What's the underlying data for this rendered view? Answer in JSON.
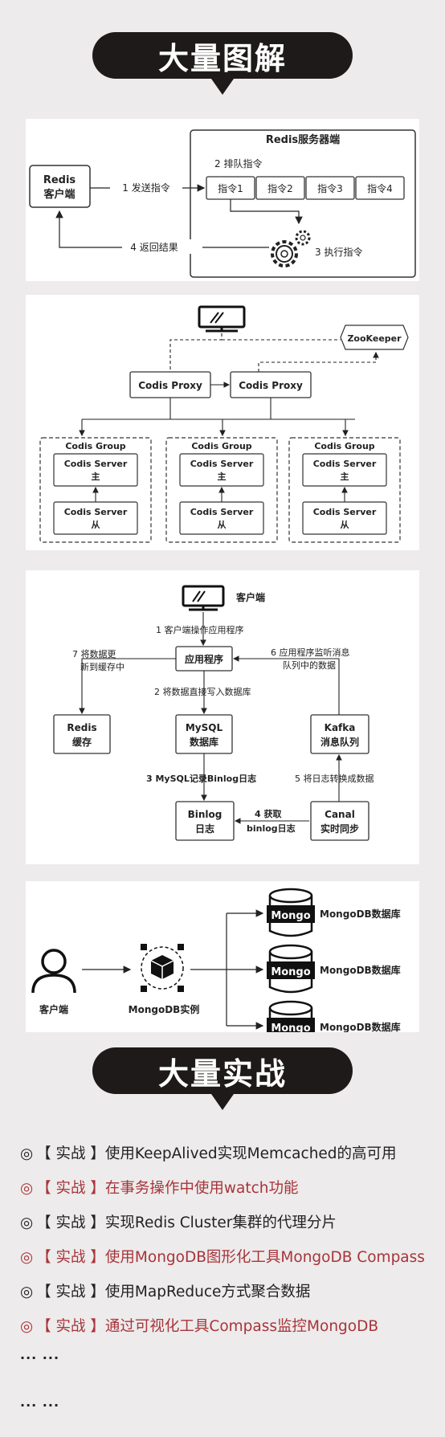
{
  "banners": {
    "diagrams": "大量图解",
    "practice": "大量实战"
  },
  "diagram1": {
    "server_title": "Redis服务器端",
    "client_line1": "Redis",
    "client_line2": "客户端",
    "step1": "1  发送指令",
    "step2": "2  排队指令",
    "step3": "3  执行指令",
    "step4": "4  返回结果",
    "commands": [
      "指令1",
      "指令2",
      "指令3",
      "指令4"
    ]
  },
  "diagram2": {
    "zookeeper": "ZooKeeper",
    "proxy_left": "Codis Proxy",
    "proxy_right": "Codis Proxy",
    "group_title": "Codis Group",
    "server_label": "Codis Server",
    "master": "主",
    "slave": "从"
  },
  "diagram3": {
    "client": "客户端",
    "app": "应用程序",
    "step1": "1  客户端操作应用程序",
    "step2": "2  将数据直接写入数据库",
    "step3": "3 MySQL记录Binlog日志",
    "step4_line1": "4  获取",
    "step4_line2": "binlog日志",
    "step5": "5  将日志转换成数据",
    "step6_line1": "6  应用程序监听消息",
    "step6_line2": "队列中的数据",
    "step7_line1": "7  将数据更",
    "step7_line2": "新到缓存中",
    "redis_line1": "Redis",
    "redis_line2": "缓存",
    "mysql_line1": "MySQL",
    "mysql_line2": "数据库",
    "kafka_line1": "Kafka",
    "kafka_line2": "消息队列",
    "binlog_line1": "Binlog",
    "binlog_line2": "日志",
    "canal_line1": "Canal",
    "canal_line2": "实时同步"
  },
  "diagram4": {
    "client": "客户端",
    "instance": "MongoDB实例",
    "db_label": "MongoDB数据库",
    "db_icon_text": "Mongo"
  },
  "practice_items": [
    {
      "bullet": "◎",
      "text": "【 实战 】使用KeepAlived实现Memcached的高可用",
      "color": "#222222"
    },
    {
      "bullet": "◎",
      "text": "【 实战 】在事务操作中使用watch功能",
      "color": "#a8343a"
    },
    {
      "bullet": "◎",
      "text": "【 实战 】实现Redis Cluster集群的代理分片",
      "color": "#222222"
    },
    {
      "bullet": "◎",
      "text": "【 实战 】使用MongoDB图形化工具MongoDB Compass",
      "color": "#a8343a"
    },
    {
      "bullet": "◎",
      "text": "【 实战 】使用MapReduce方式聚合数据",
      "color": "#222222"
    },
    {
      "bullet": "◎",
      "text": "【 实战 】通过可视化工具Compass监控MongoDB",
      "color": "#a8343a"
    }
  ],
  "ellipsis": "... ..."
}
